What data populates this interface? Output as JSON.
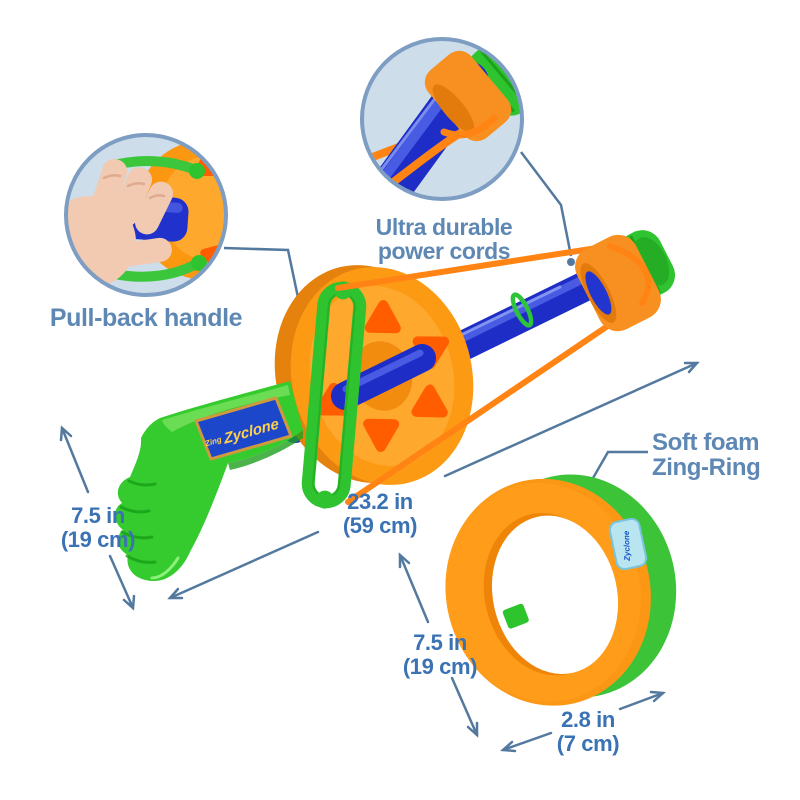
{
  "image_type": "product-dimension-diagram",
  "callouts": {
    "handle": {
      "label": "Pull-back handle"
    },
    "cords": {
      "line1": "Ultra durable",
      "line2": "power cords"
    },
    "ring": {
      "line1": "Soft foam",
      "line2": "Zing-Ring"
    }
  },
  "dimensions": {
    "grip_height": {
      "value": "7.5 in",
      "metric": "(19 cm)"
    },
    "total_length": {
      "value": "23.2 in",
      "metric": "(59 cm)"
    },
    "ring_diameter": {
      "value": "7.5 in",
      "metric": "(19 cm)"
    },
    "ring_width": {
      "value": "2.8 in",
      "metric": "(7 cm)"
    }
  },
  "stickers": {
    "launcher_brand": "Zing",
    "launcher_name": "Zyclone",
    "ring": "Zyclone"
  },
  "colors": {
    "foam_orange": "#fb9714",
    "cutout_orange": "#ff5d00",
    "toy_green": "#35cb2e",
    "shaft_blue": "#1d2dc5",
    "callout_fill": "#cddde9",
    "callout_border": "#7d9dc2",
    "label_text": "#5e88b3",
    "dimension_text": "#3a72b4",
    "dimension_line": "#54799f"
  }
}
